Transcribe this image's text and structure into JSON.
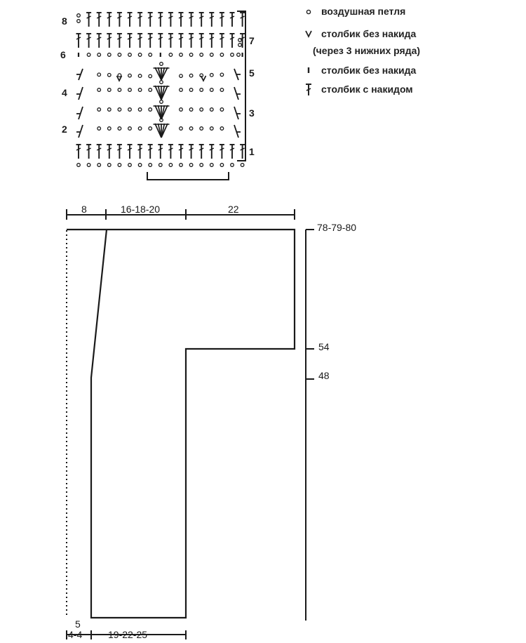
{
  "chart_legend": {
    "items": [
      {
        "symbol": "chain",
        "text": "воздушная петля"
      },
      {
        "symbol": "sc-through",
        "text": "столбик без накида"
      },
      {
        "symbol": "sc-through-note",
        "text": "(через 3 нижних ряда)"
      },
      {
        "symbol": "sc",
        "text": "столбик без накида"
      },
      {
        "symbol": "dc",
        "text": "столбик с накидом"
      }
    ]
  },
  "stitch_chart": {
    "rows": [
      {
        "number": "1",
        "side": "right"
      },
      {
        "number": "2",
        "side": "left"
      },
      {
        "number": "3",
        "side": "right"
      },
      {
        "number": "4",
        "side": "left"
      },
      {
        "number": "5",
        "side": "right"
      },
      {
        "number": "6",
        "side": "left"
      },
      {
        "number": "7",
        "side": "right"
      },
      {
        "number": "8",
        "side": "left"
      }
    ]
  },
  "schematic": {
    "top_dims": [
      "8",
      "16-18-20",
      "22"
    ],
    "height_labels": [
      "78-79-80",
      "54",
      "48"
    ],
    "bottom_dims": [
      "5",
      "4-4",
      "19-22-25"
    ]
  }
}
